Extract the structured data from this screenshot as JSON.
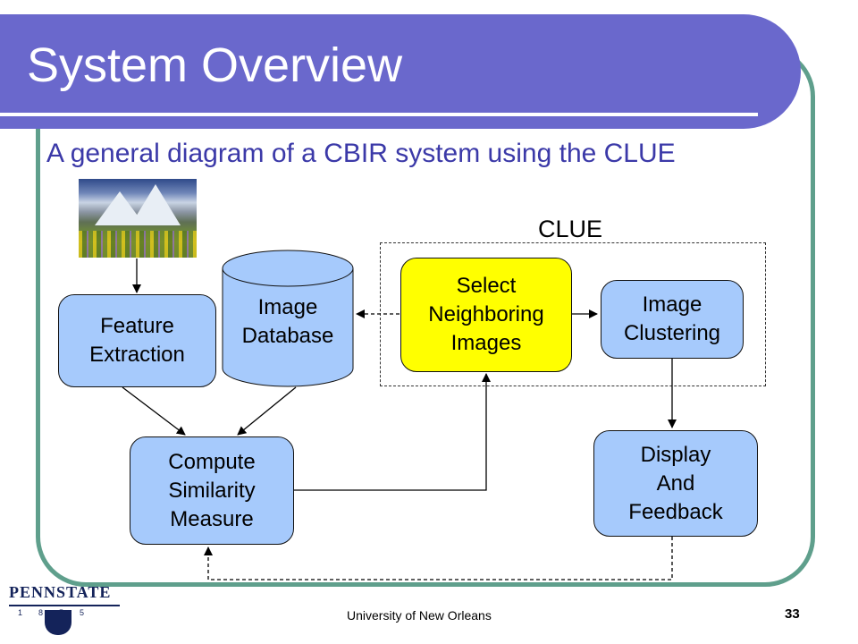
{
  "slide": {
    "title": "System Overview",
    "subtitle": "A general diagram of a CBIR system using the CLUE"
  },
  "diagram": {
    "group_label": "CLUE",
    "nodes": {
      "feature_extraction": "Feature\nExtraction",
      "image_database": "Image\nDatabase",
      "select_neighboring": "Select\nNeighboring\nImages",
      "image_clustering": "Image\nClustering",
      "compute_similarity": "Compute\nSimilarity\nMeasure",
      "display_feedback": "Display\nAnd\nFeedback"
    },
    "colors": {
      "process_fill": "#a6cafc",
      "clue_fill": "#ffff00",
      "title_bar": "#6a68cc",
      "subtitle_text": "#3b39a8",
      "frame": "#5f9f8c"
    }
  },
  "footer": {
    "logo_text": "PENNSTATE",
    "logo_year": "1855",
    "institution": "University of New Orleans",
    "page_number": "33"
  }
}
